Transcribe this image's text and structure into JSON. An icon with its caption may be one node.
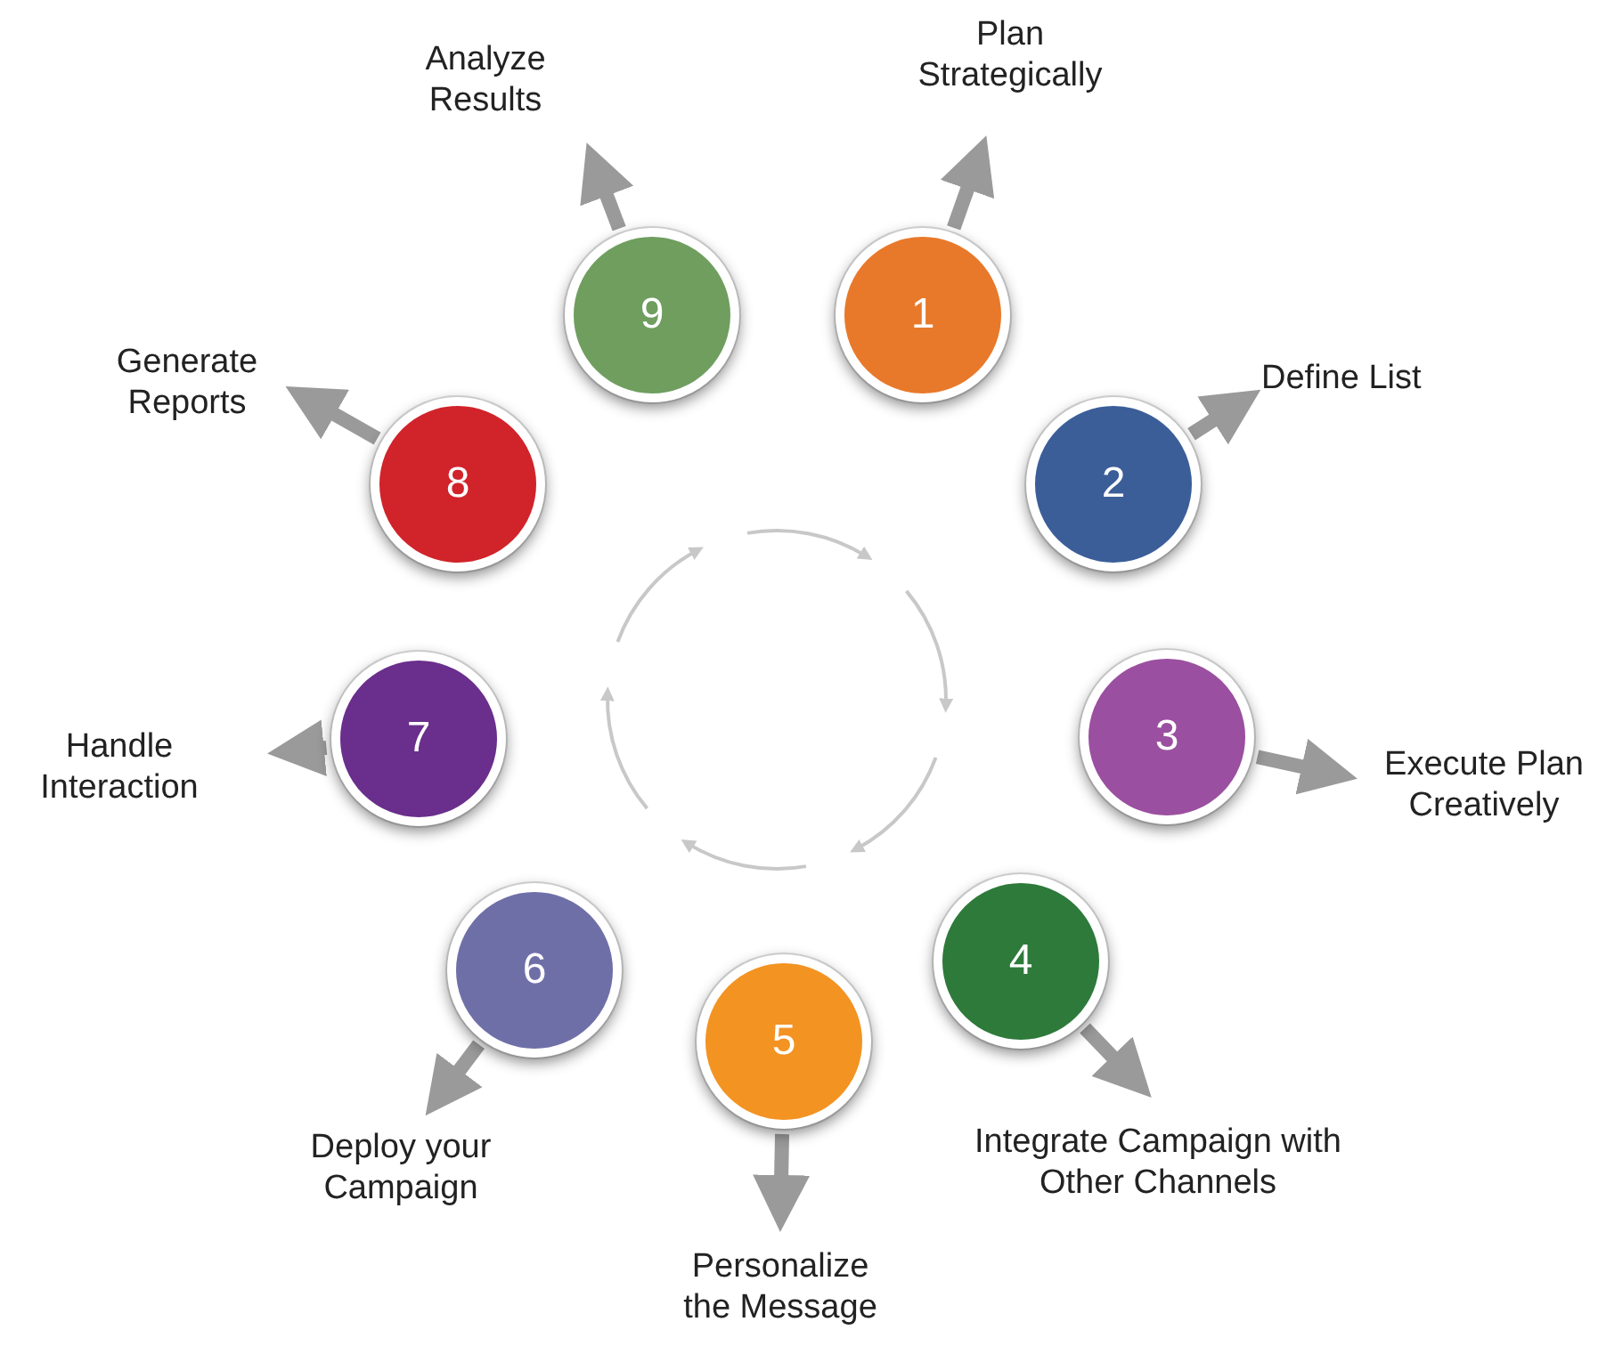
{
  "diagram": {
    "nodes": [
      {
        "text": [
          "1"
        ]
      },
      {
        "text": [
          "2"
        ]
      },
      {
        "text": [
          "3"
        ]
      },
      {
        "text": [
          "4"
        ]
      },
      {
        "text": [
          "5"
        ]
      },
      {
        "text": [
          "6"
        ]
      },
      {
        "text": [
          "7"
        ]
      },
      {
        "text": [
          "8"
        ]
      },
      {
        "text": [
          "9"
        ]
      },
      {
        "text": [
          "Plan Strategically"
        ]
      },
      {
        "text": [
          "Define List"
        ]
      },
      {
        "text": [
          "Execute Plan Creatively"
        ]
      },
      {
        "text": [
          "Integrate Campaign with Other Channels"
        ]
      },
      {
        "text": [
          "Personalize the Message"
        ]
      },
      {
        "text": [
          "Deploy your Campaign"
        ]
      },
      {
        "text": [
          "Handle Interaction"
        ]
      },
      {
        "text": [
          "Generate Reports"
        ]
      },
      {
        "text": [
          "Analyze Results"
        ]
      }
    ],
    "edges": [
      {
        "from": 0,
        "to": 9,
        "arrow": "to"
      },
      {
        "from": 1,
        "to": 10,
        "arrow": "to"
      },
      {
        "from": 2,
        "to": 11,
        "arrow": "to"
      },
      {
        "from": 3,
        "to": 12,
        "arrow": "to"
      },
      {
        "from": 4,
        "to": 13,
        "arrow": "to"
      },
      {
        "from": 5,
        "to": 14,
        "arrow": "to"
      },
      {
        "from": 6,
        "to": 15,
        "arrow": "to"
      },
      {
        "from": 7,
        "to": 16,
        "arrow": "to"
      },
      {
        "from": 8,
        "to": 17,
        "arrow": "to"
      }
    ]
  }
}
